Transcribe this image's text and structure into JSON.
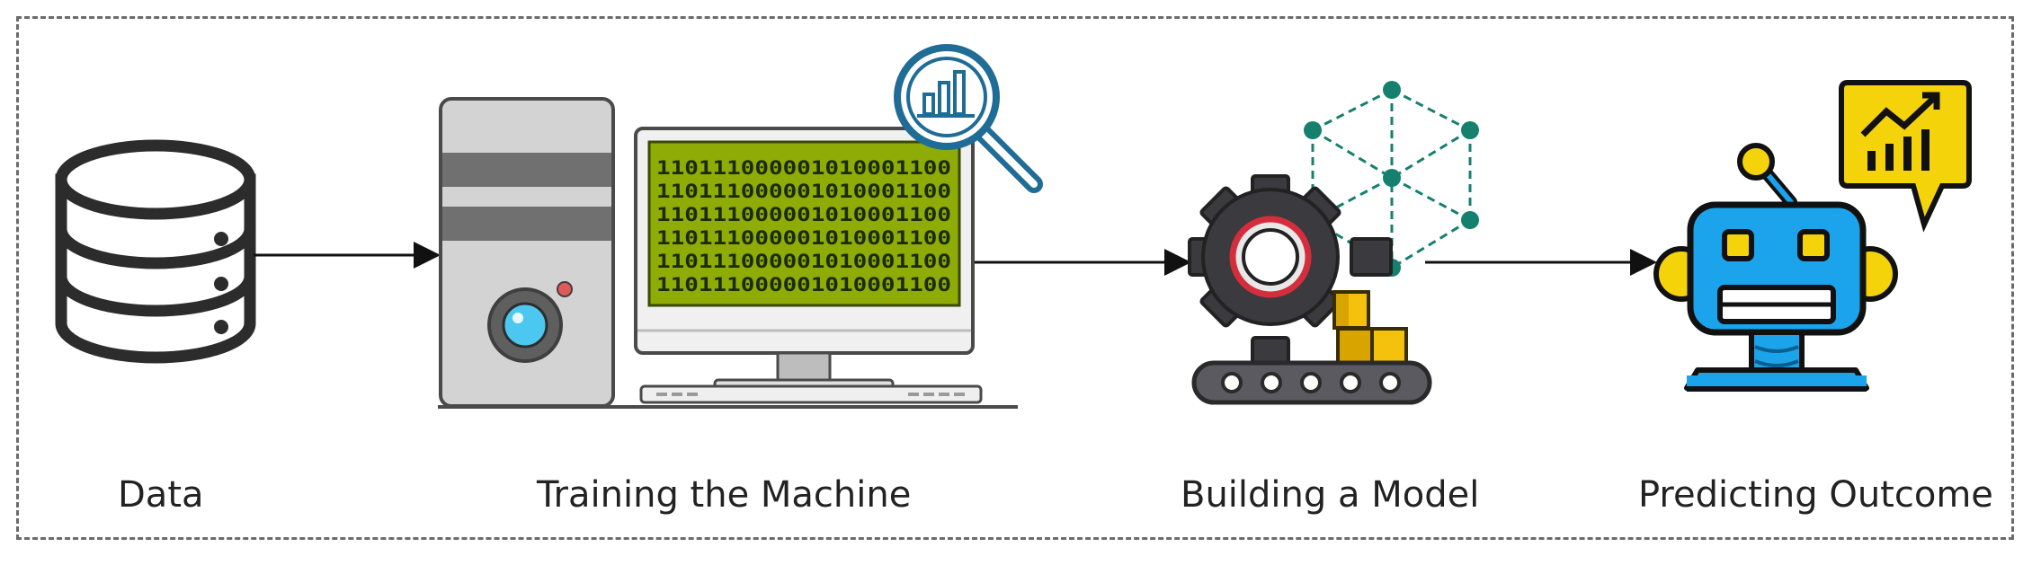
{
  "captions": {
    "data": "Data",
    "training": "Training the Machine",
    "building": "Building a Model",
    "predicting": "Predicting Outcome"
  },
  "monitor": {
    "binary_lines": [
      "110111000001010001100",
      "110111000001010001100",
      "110111000001010001100",
      "110111000001010001100",
      "110111000001010001100",
      "110111000001010001100"
    ]
  },
  "colors": {
    "border": "#6b6b6b",
    "screen": "#8fab06",
    "magnifier": "#1f6c96",
    "network": "#15806e",
    "robot_blue": "#1ba4ec",
    "accent_yellow": "#f5d30b",
    "box_gold": "#f4c20d"
  },
  "icons": [
    "database-icon",
    "desktop-computer-icon",
    "magnifier-chart-icon",
    "gear-icon",
    "neural-network-icon",
    "conveyor-belt-icon",
    "robot-icon",
    "chart-bubble-icon"
  ]
}
